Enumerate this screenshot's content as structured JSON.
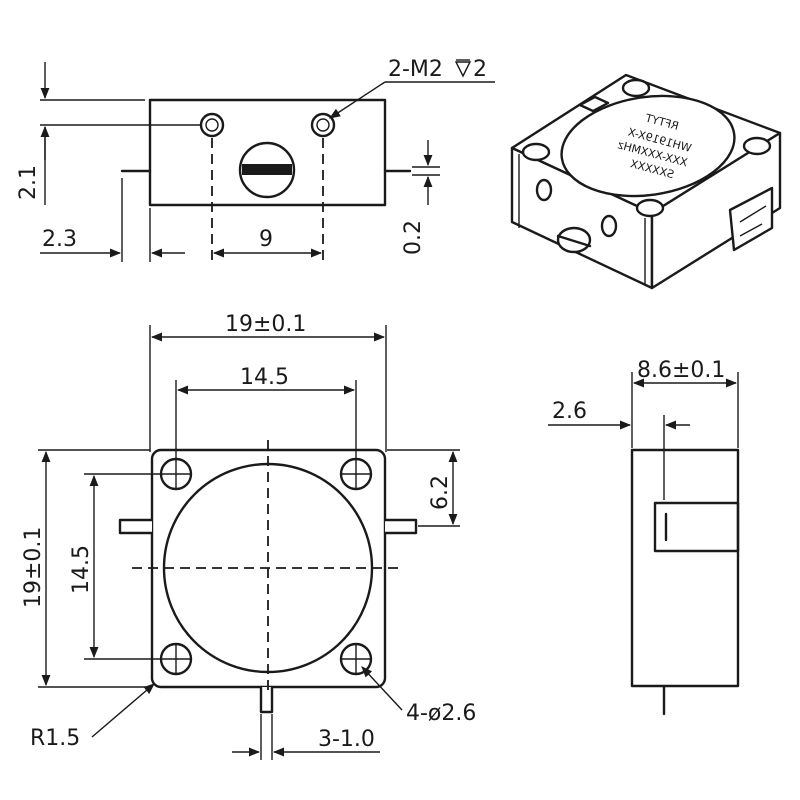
{
  "front_view": {
    "thread_callout": "2-M2",
    "thread_depth": "2",
    "dim_height": "2.1",
    "dim_tab_offset": "2.3",
    "dim_hole_spacing": "9",
    "dim_tab_thickness": "0.2"
  },
  "isometric_view": {
    "label_brand": "RFTYT",
    "label_line_1": "WH1919X-X",
    "label_line_2": "XXX-XXXMHz",
    "label_line_3": "SXXXXX"
  },
  "top_view": {
    "dim_width": "19±0.1",
    "dim_hole_spacing_x": "14.5",
    "dim_height": "19±0.1",
    "dim_hole_spacing_y": "14.5",
    "dim_center_offset": "6.2",
    "dim_corner_radius": "R1.5",
    "dim_holes": "4-ø2.6",
    "dim_tab_width": "3-1.0"
  },
  "side_view": {
    "dim_thickness": "8.6±0.1",
    "dim_tab_offset": "2.6"
  }
}
